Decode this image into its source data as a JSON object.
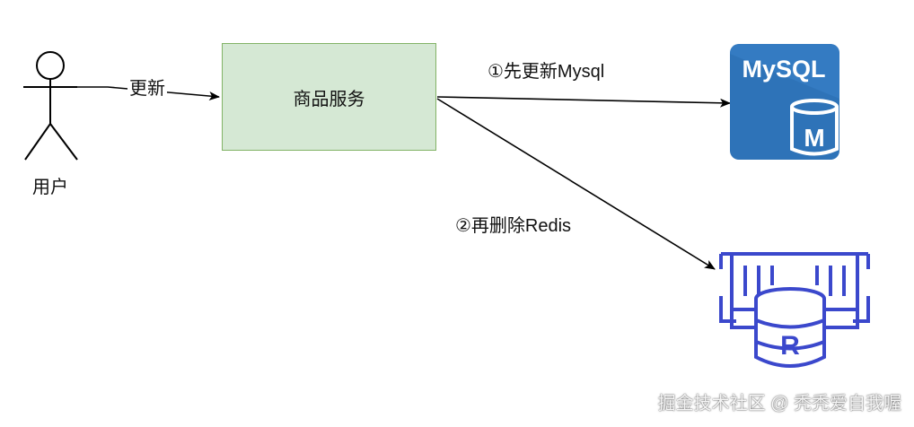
{
  "actor": {
    "label": "用户"
  },
  "service": {
    "label": "商品服务"
  },
  "edges": {
    "user_to_service": "更新",
    "step1": "①先更新Mysql",
    "step2": "②再删除Redis"
  },
  "mysql_icon": {
    "brand_text": "MySQL",
    "badge": "M",
    "icon": "mysql-database-icon",
    "color": "#2e73b8"
  },
  "redis_icon": {
    "badge": "R",
    "icon": "redis-cache-icon",
    "color": "#3b48cc"
  },
  "watermark": {
    "text": "掘金技术社区 @ 秃秃爱自我喔"
  },
  "colors": {
    "service_fill": "#d5e8d4",
    "service_border": "#82b366",
    "edge": "#000000"
  }
}
